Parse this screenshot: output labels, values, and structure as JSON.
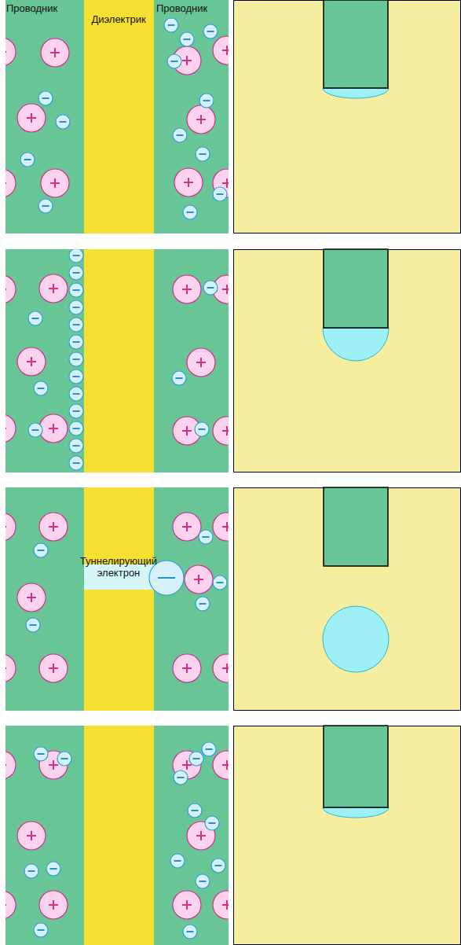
{
  "diagram": {
    "labels": [
      "Проводник",
      "Диэлектрик",
      "Проводник",
      "Туннелирующий электрон"
    ]
  }
}
